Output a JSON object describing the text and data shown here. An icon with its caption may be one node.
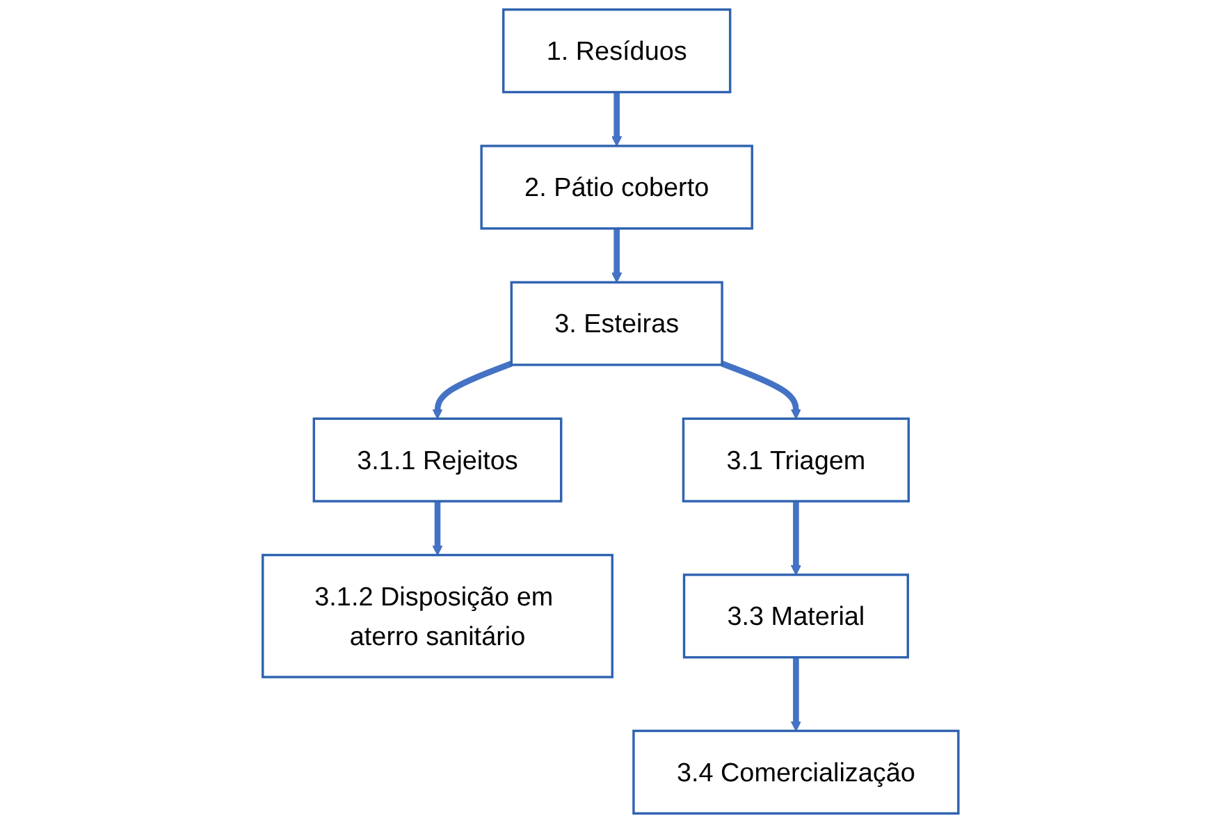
{
  "diagram": {
    "nodes": [
      {
        "text": [
          "1. Resíduos"
        ]
      },
      {
        "text": [
          "2. Pátio coberto"
        ]
      },
      {
        "text": [
          "3.1.1 Rejeitos"
        ]
      },
      {
        "text": [
          "3. Esteiras"
        ]
      },
      {
        "text": [
          "3.1 Triagem"
        ]
      },
      {
        "text": [
          "3.1.2 Disposição em aterro sanitário"
        ]
      },
      {
        "text": [
          "3.3 Material"
        ]
      },
      {
        "text": [
          "3.4 Comercialização"
        ]
      }
    ],
    "edges": [
      {
        "from": 0,
        "to": 1,
        "arrow": "to"
      },
      {
        "from": 1,
        "to": 3,
        "arrow": "to"
      },
      {
        "from": 3,
        "to": 2,
        "arrow": "to"
      },
      {
        "from": 3,
        "to": 4,
        "arrow": "to"
      },
      {
        "from": 2,
        "to": 5,
        "arrow": "to"
      },
      {
        "from": 4,
        "to": 6,
        "arrow": "to"
      },
      {
        "from": 6,
        "to": 7,
        "arrow": "to"
      }
    ]
  }
}
